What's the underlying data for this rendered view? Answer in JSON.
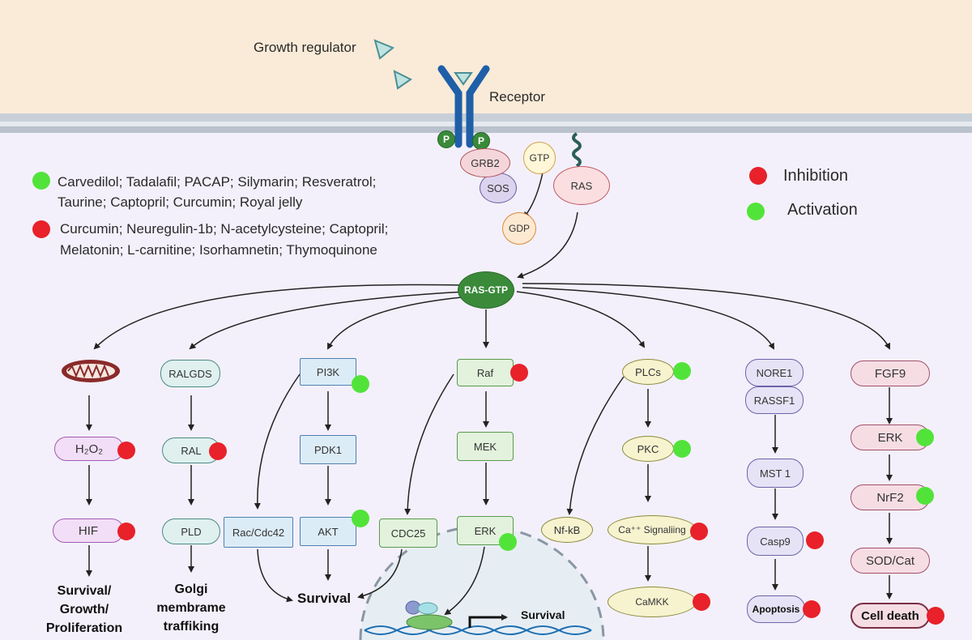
{
  "labels": {
    "growth_regulator": "Growth regulator",
    "receptor": "Receptor",
    "p": "P",
    "grb2": "GRB2",
    "sos": "SOS",
    "gtp": "GTP",
    "gdp": "GDP",
    "ras": "RAS",
    "ras_gtp": "RAS-GTP"
  },
  "legend": {
    "inhibition": "Inhibition",
    "activation": "Activation",
    "activators_line1": "Carvedilol; Tadalafil; PACAP; Silymarin; Resveratrol;",
    "activators_line2": "Taurine; Captopril; Curcumin; Royal jelly",
    "inhibitors_line1": "Curcumin; Neuregulin-1b; N-acetylcysteine; Captopril;",
    "inhibitors_line2": "Melatonin; L-carnitine; Isorhamnetin; Thymoquinone"
  },
  "col1": {
    "h2o2": "H₂O₂",
    "hif": "HIF",
    "out1": "Survival/",
    "out2": "Growth/",
    "out3": "Proliferation"
  },
  "col2": {
    "ralgds": "RALGDS",
    "ral": "RAL",
    "pld": "PLD",
    "out1": "Golgi",
    "out2": "membrame",
    "out3": "traffiking"
  },
  "col3": {
    "pi3k": "PI3K",
    "pdk1": "PDK1",
    "akt": "AKT",
    "rac": "Rac/Cdc42",
    "survival": "Survival"
  },
  "col4": {
    "raf": "Raf",
    "mek": "MEK",
    "erk": "ERK",
    "cdc25": "CDC25",
    "survival": "Survival"
  },
  "col5": {
    "plcs": "PLCs",
    "pkc": "PKC",
    "ca": "Ca⁺⁺ Signaliing",
    "camkk": "CaMKK",
    "nfkb": "Nf-kB"
  },
  "col6": {
    "nore1": "NORE1",
    "rassf1": "RASSF1",
    "mst1": "MST 1",
    "casp9": "Casp9",
    "apoptosis": "Apoptosis"
  },
  "col7": {
    "fgf9": "FGF9",
    "erk": "ERK",
    "nrf2": "NrF2",
    "sodcat": "SOD/Cat",
    "celldeath": "Cell death"
  },
  "colors": {
    "inhibition": "#e8212a",
    "activation": "#52e33a",
    "ras_gtp": "#3a8a3a",
    "receptor": "#1f5fa8"
  }
}
